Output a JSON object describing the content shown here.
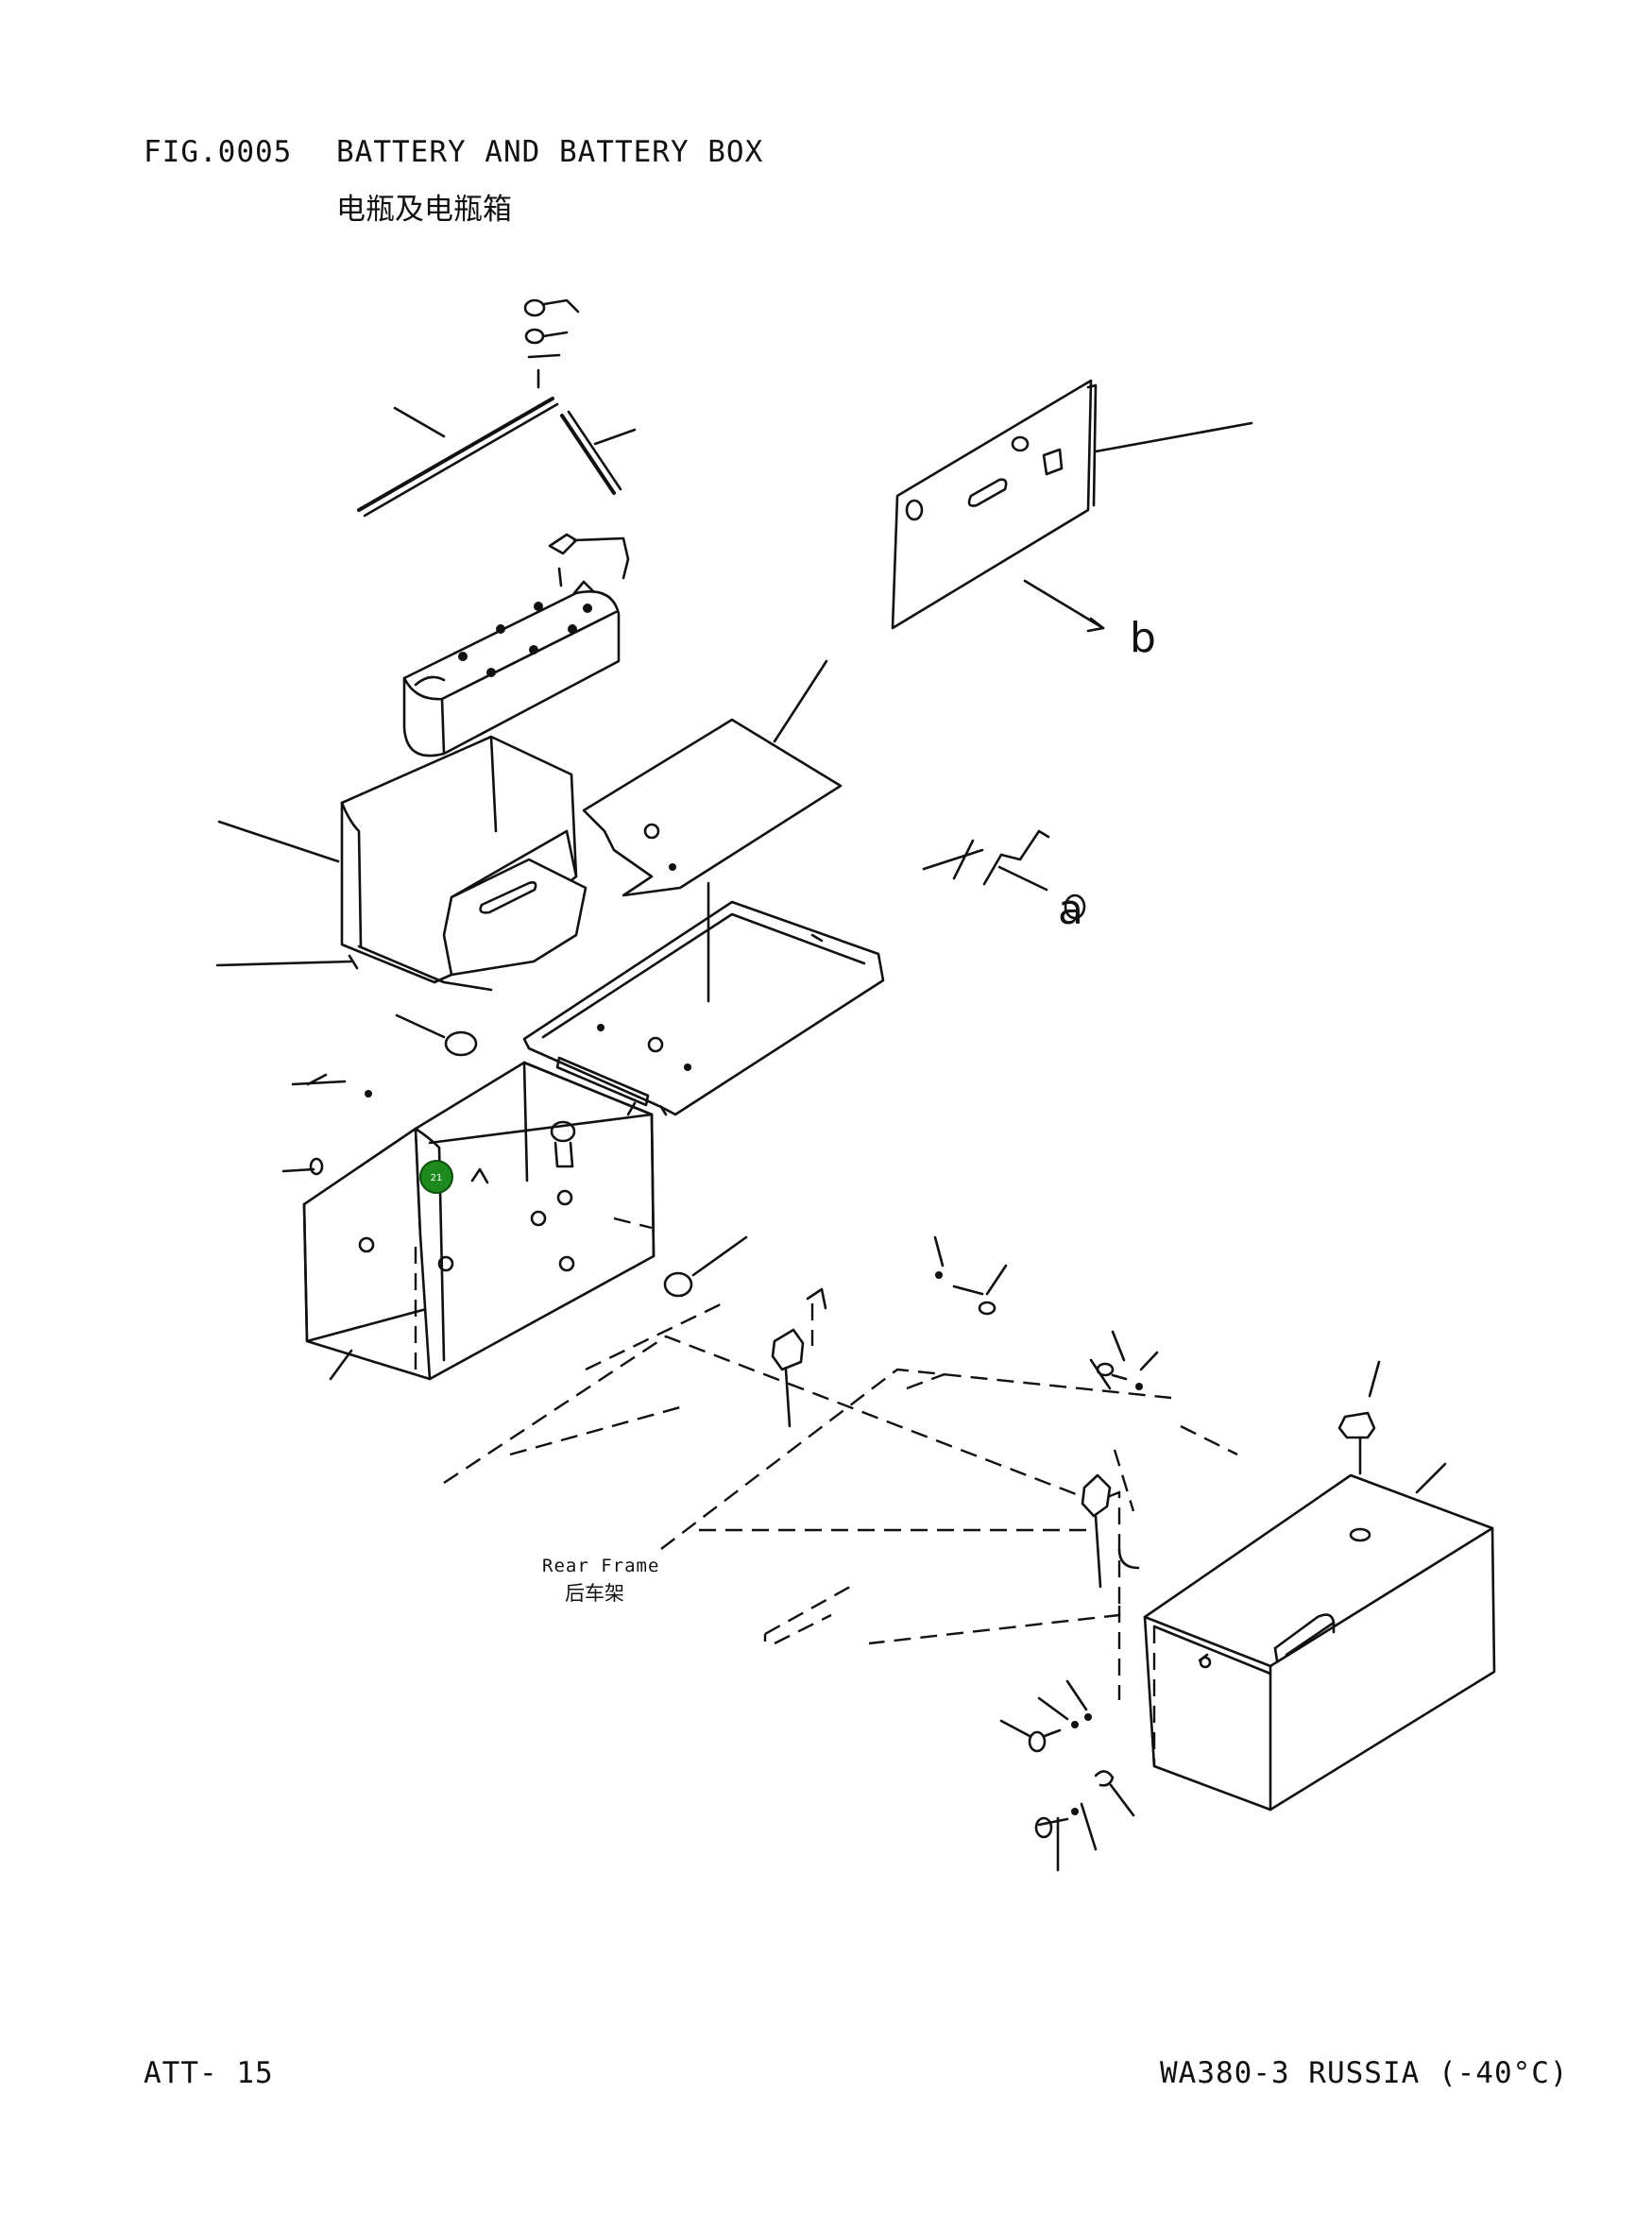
{
  "header": {
    "fig_number": "FIG.0005",
    "title": "BATTERY AND BATTERY BOX",
    "title_cn": "电瓶及电瓶箱"
  },
  "diagram": {
    "frame_label": "Rear Frame",
    "frame_label_cn": "后车架",
    "view_letters": {
      "b": "b",
      "a": "a"
    },
    "callout": {
      "number": "21",
      "color": "#1e8a1e"
    }
  },
  "footer": {
    "page": "ATT- 15",
    "model": "WA380-3 RUSSIA (-40°C)"
  }
}
